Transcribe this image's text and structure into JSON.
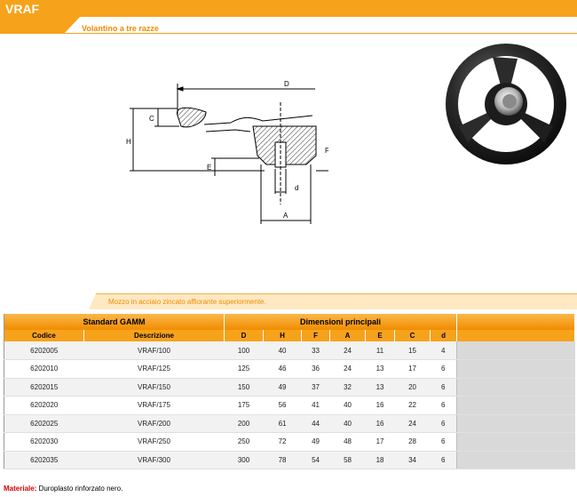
{
  "header": {
    "title": "VRAF"
  },
  "subtitle": "Volantino a tre razze",
  "diagram_labels": {
    "D": "D",
    "C": "C",
    "H": "H",
    "E": "E",
    "F": "F",
    "d": "d",
    "A": "A"
  },
  "note": "Mozzo in acciaio zincato affiorante superiormente.",
  "table": {
    "group_left": "Standard GAMM",
    "group_right": "Dimensioni principali",
    "columns": [
      "Codice",
      "Descrizione",
      "D",
      "H",
      "F",
      "A",
      "E",
      "C",
      "d"
    ],
    "rows": [
      [
        "6202005",
        "VRAF/100",
        "100",
        "40",
        "33",
        "24",
        "11",
        "15",
        "4"
      ],
      [
        "6202010",
        "VRAF/125",
        "125",
        "46",
        "36",
        "24",
        "13",
        "17",
        "6"
      ],
      [
        "6202015",
        "VRAF/150",
        "150",
        "49",
        "37",
        "32",
        "13",
        "20",
        "6"
      ],
      [
        "6202020",
        "VRAF/175",
        "175",
        "56",
        "41",
        "40",
        "16",
        "22",
        "6"
      ],
      [
        "6202025",
        "VRAF/200",
        "200",
        "61",
        "44",
        "40",
        "16",
        "24",
        "6"
      ],
      [
        "6202030",
        "VRAF/250",
        "250",
        "72",
        "49",
        "48",
        "17",
        "28",
        "6"
      ],
      [
        "6202035",
        "VRAF/300",
        "300",
        "78",
        "54",
        "58",
        "18",
        "34",
        "6"
      ]
    ]
  },
  "material": {
    "label": "Materiale:",
    "value": " Duroplasto rinforzato nero."
  },
  "colors": {
    "accent": "#f7a21b",
    "accent_dark": "#f08c00",
    "material_label": "#d80000"
  },
  "icons": {
    "product": "three-spoke-handwheel-photo"
  }
}
